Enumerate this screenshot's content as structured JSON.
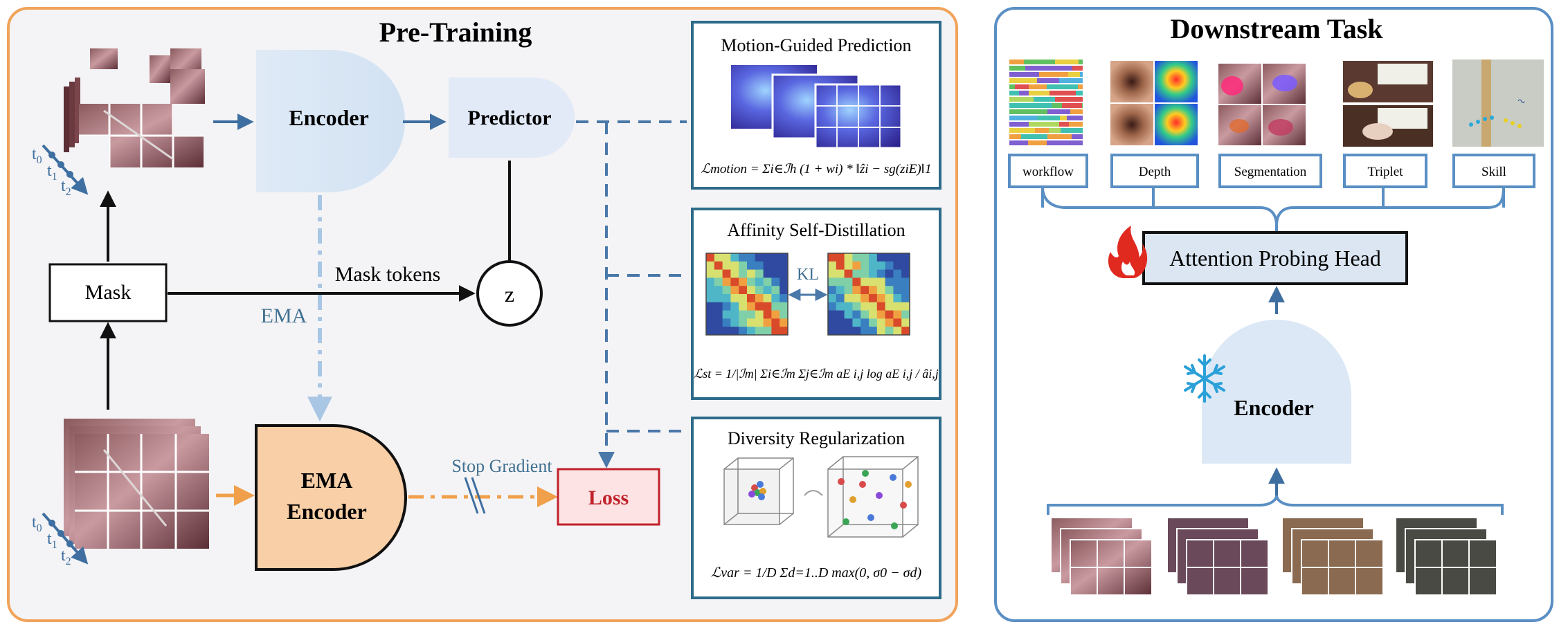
{
  "pretraining": {
    "title": "Pre-Training",
    "encoder": "Encoder",
    "predictor": "Predictor",
    "mask": "Mask",
    "mask_tokens": "Mask tokens",
    "z": "z",
    "ema": "EMA",
    "ema_encoder_line1": "EMA",
    "ema_encoder_line2": "Encoder",
    "stop_gradient": "Stop Gradient",
    "loss": "Loss",
    "time_labels": [
      "t",
      "t",
      "t"
    ],
    "time_subs": [
      "0",
      "1",
      "2"
    ]
  },
  "panels": {
    "motion": {
      "title": "Motion-Guided Prediction",
      "formula": "ℒmotion = Σi∈ℐh (1 + wi) * ‖ẑi − sg(ziE)‖1"
    },
    "affinity": {
      "title": "Affinity Self-Distillation",
      "kl": "KL",
      "formula": "ℒst = 1/|ℐm| Σi∈ℐm Σj∈ℐm aE i,j log aE i,j / âi,j"
    },
    "diversity": {
      "title": "Diversity Regularization",
      "formula": "ℒvar = 1/D Σd=1..D max(0, σ0 − σd)"
    }
  },
  "downstream": {
    "title": "Downstream Task",
    "tasks": [
      "workflow",
      "Depth",
      "Segmentation",
      "Triplet",
      "Skill"
    ],
    "head": "Attention Probing Head",
    "encoder": "Encoder"
  },
  "colors": {
    "orange_frame": "#f0a35a",
    "blue_frame": "#5a8fc4",
    "panel_border": "#2e6b8a",
    "arrow_blue": "#3e6fa0",
    "arrow_orange": "#f0a04a",
    "loss_red": "#c0202a",
    "encoder_fill": "#dce8f5",
    "ema_fill": "#f8cfa6"
  }
}
